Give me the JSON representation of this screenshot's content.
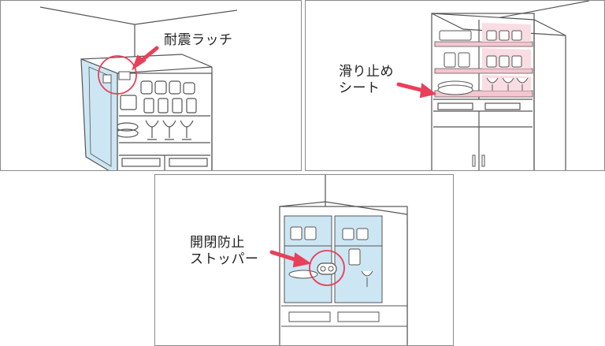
{
  "panels": [
    {
      "label_lines": [
        "耐震ラッチ"
      ]
    },
    {
      "label_lines": [
        "滑り止め",
        "シート"
      ]
    },
    {
      "label_lines": [
        "開閉防止",
        "ストッパー"
      ]
    }
  ],
  "colors": {
    "line": "#555555",
    "glass": "#cde6f3",
    "mat": "#f4c6cf",
    "arrow": "#e8405a",
    "circle": "#e8405a"
  }
}
